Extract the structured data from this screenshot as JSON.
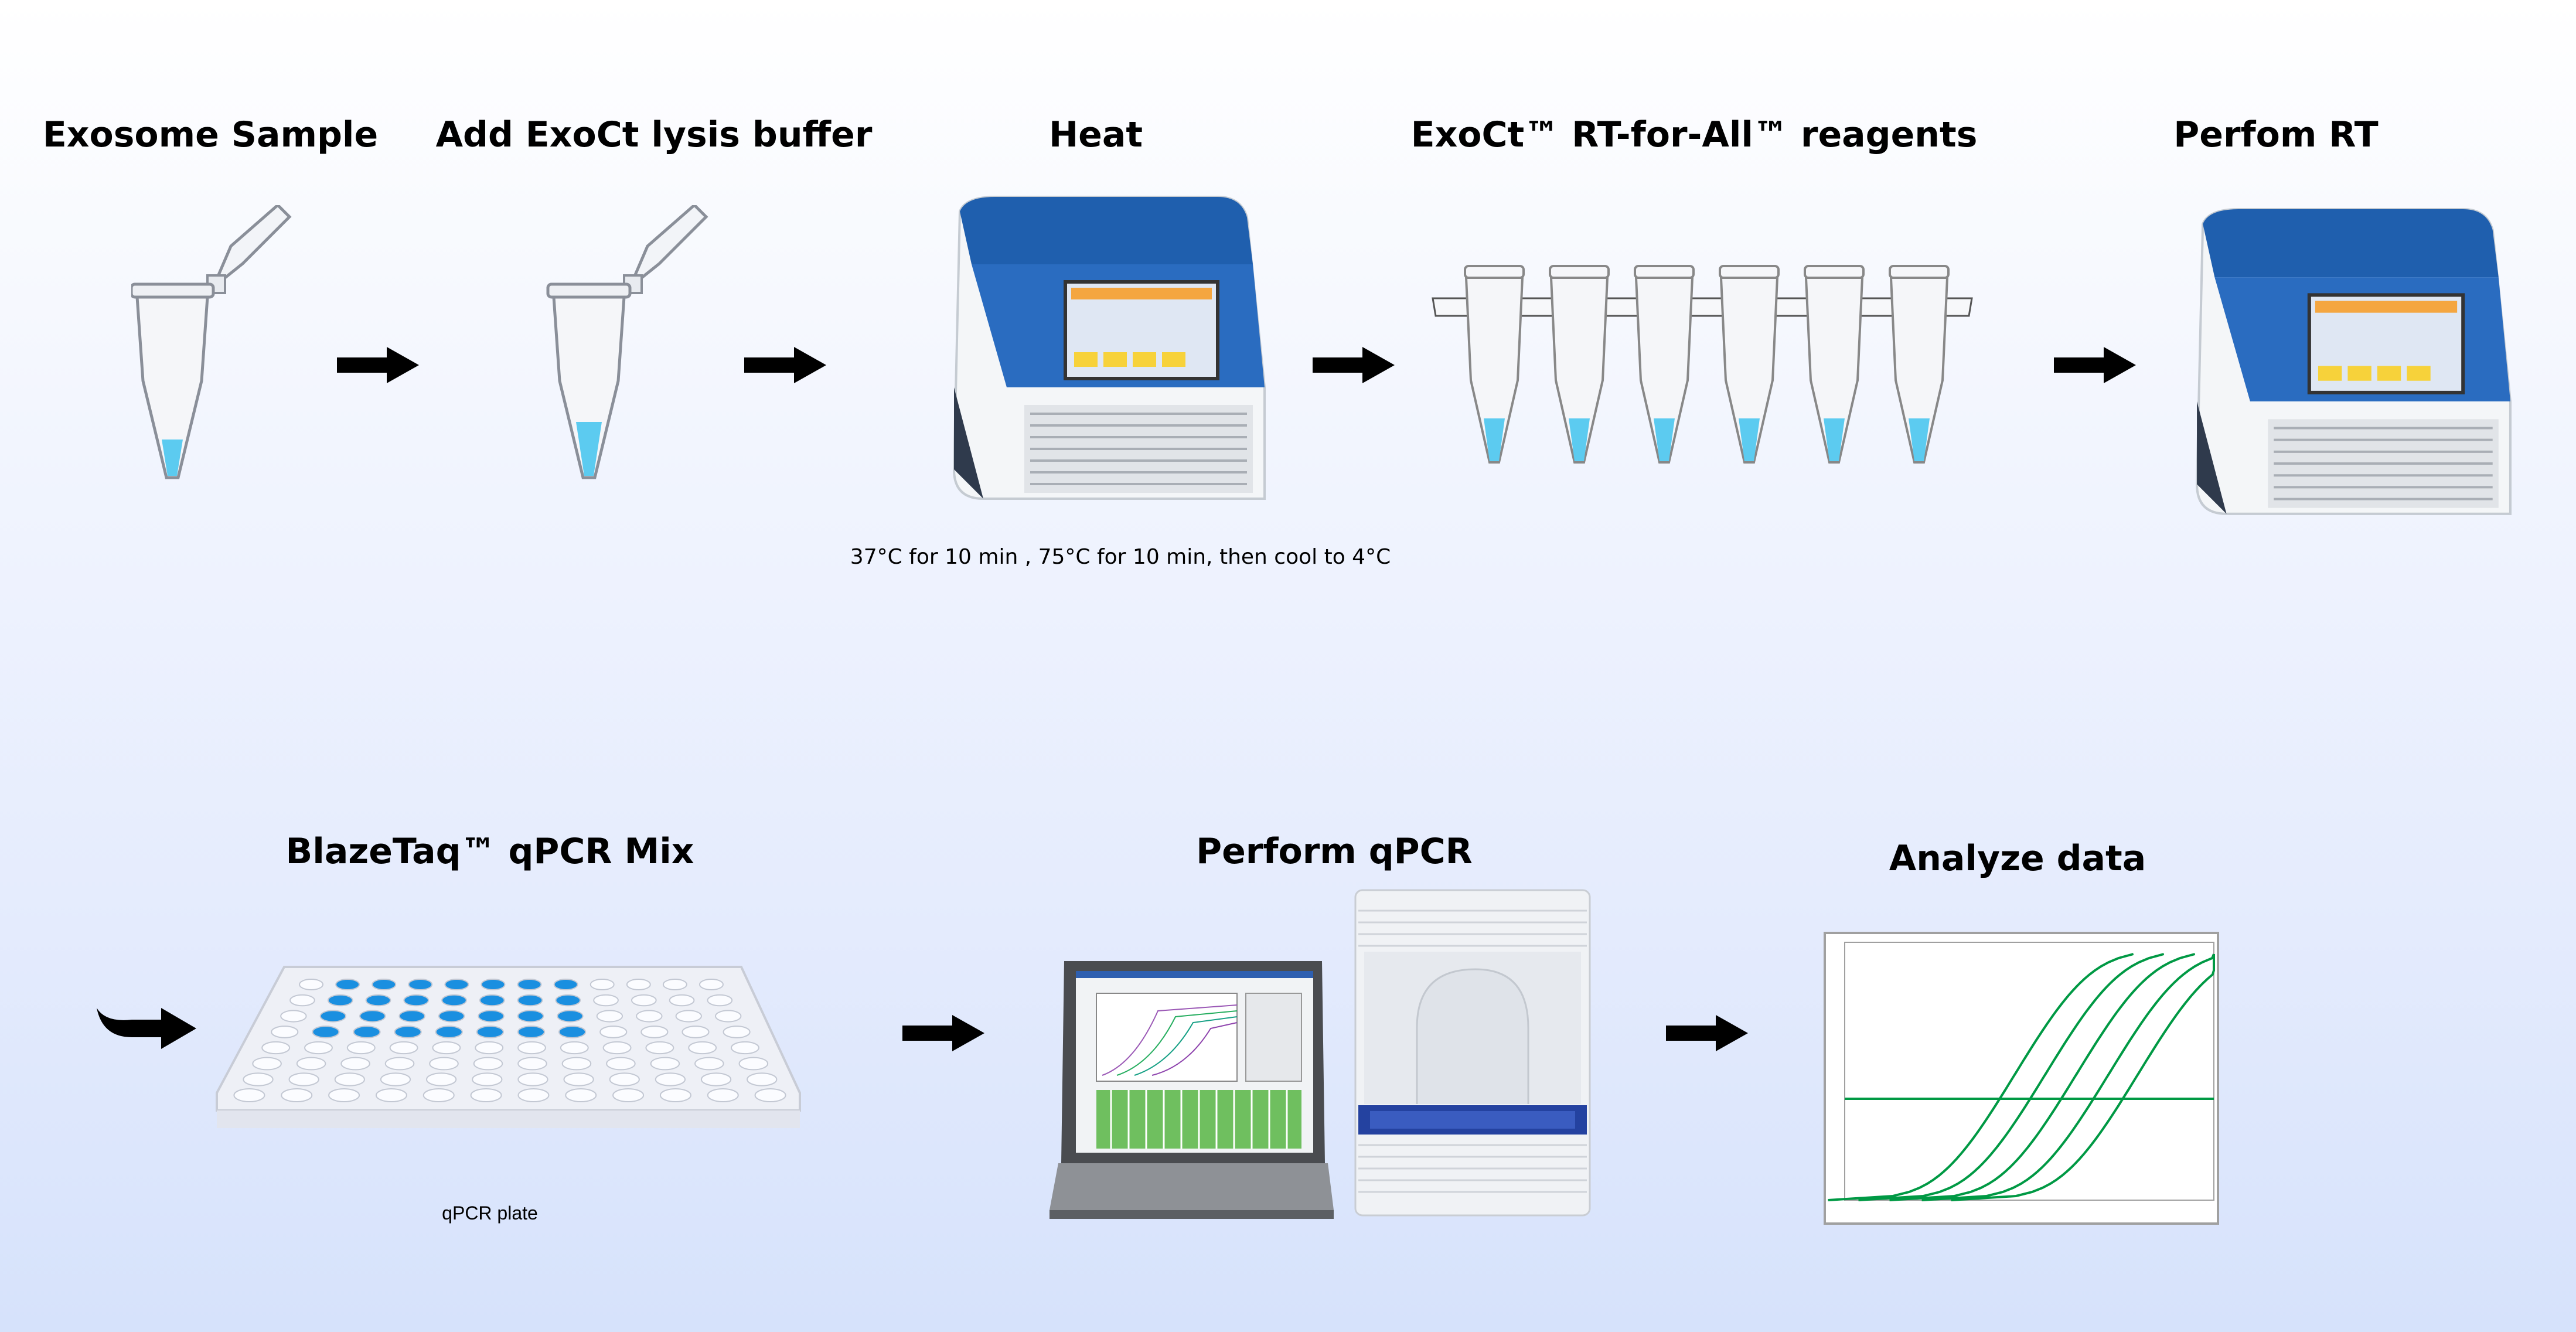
{
  "steps_row1": [
    {
      "title": "Exosome Sample"
    },
    {
      "title": "Add ExoCt lysis buffer"
    },
    {
      "title": "Heat",
      "caption": "37°C for 10 min , 75°C for 10 min, then cool to 4°C"
    },
    {
      "title": "ExoCt™ RT-for-All™ reagents"
    },
    {
      "title": "Perfom RT"
    }
  ],
  "steps_row2": [
    {
      "title": "BlazeTaq™ qPCR Mix",
      "caption": "qPCR plate"
    },
    {
      "title": "Perform qPCR"
    },
    {
      "title": "Analyze data"
    }
  ],
  "colors": {
    "liquid": "#5ccbf0",
    "instrument_blue": "#1f5fae",
    "curve_green": "#009944",
    "well_blue": "#1a8fe0",
    "arrow": "#000000"
  },
  "icons": [
    "microtube-icon",
    "thermocycler-icon",
    "strip-tubes-icon",
    "qpcr-plate-icon",
    "laptop-icon",
    "qpcr-machine-icon",
    "amplification-plot-icon",
    "arrow-right-icon",
    "curved-arrow-icon"
  ]
}
